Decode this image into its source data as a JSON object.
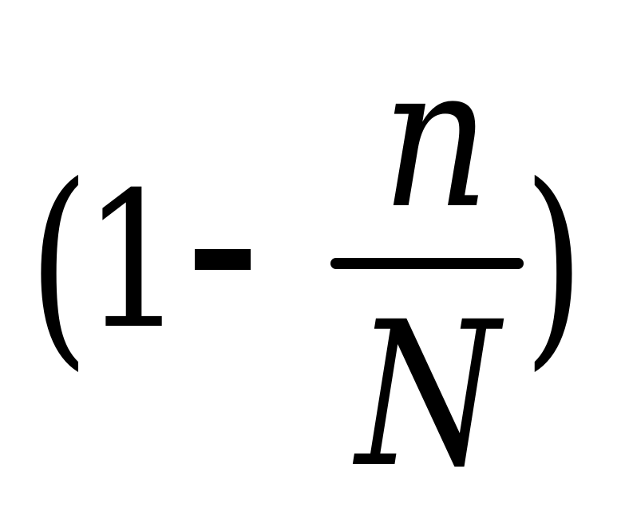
{
  "formula": {
    "open_paren": "(",
    "one": "1",
    "minus": "-",
    "numerator": "n",
    "denominator": "N",
    "close_paren": ")"
  },
  "colors": {
    "ink": "#000000",
    "background": "#ffffff"
  }
}
